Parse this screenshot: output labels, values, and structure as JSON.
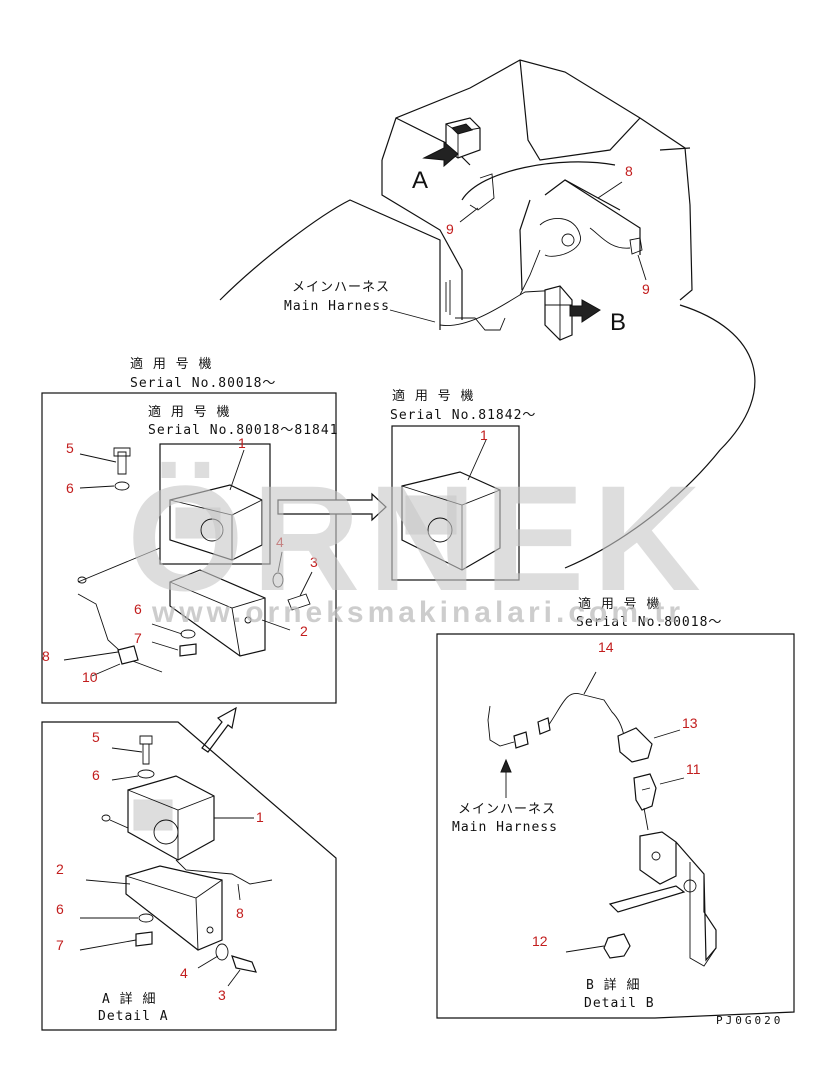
{
  "overview": {
    "view_a_letter": "A",
    "view_b_letter": "B",
    "main_harness_jp": "メインハーネス",
    "main_harness_en": "Main Harness",
    "callouts": [
      "8",
      "9",
      "9"
    ]
  },
  "panel_top_left": {
    "serial_title_jp": "適 用 号 機",
    "serial_value": "Serial No.80018～",
    "inner_serial_title_jp": "適 用 号 機",
    "inner_serial_value": "Serial No.80018～81841",
    "callouts": [
      "1",
      "2",
      "3",
      "4",
      "5",
      "6",
      "6",
      "7",
      "8",
      "10"
    ]
  },
  "panel_top_middle": {
    "serial_title_jp": "適 用 号 機",
    "serial_value": "Serial No.81842～",
    "callouts": [
      "1"
    ]
  },
  "panel_bottom_left": {
    "detail_jp": "A 詳 細",
    "detail_en": "Detail A",
    "callouts": [
      "1",
      "2",
      "3",
      "4",
      "5",
      "6",
      "6",
      "7",
      "8"
    ]
  },
  "panel_bottom_right": {
    "serial_title_jp": "適 用 号 機",
    "serial_value": "Serial No.80018～",
    "main_harness_jp": "メインハーネス",
    "main_harness_en": "Main Harness",
    "detail_jp": "B 詳 細",
    "detail_en": "Detail B",
    "callouts": [
      "11",
      "12",
      "13",
      "14"
    ]
  },
  "watermark": {
    "brand": "ÖRNEK",
    "site": "www.orneksmakinalari.com.tr"
  },
  "drawing_code": "PJ0G020"
}
